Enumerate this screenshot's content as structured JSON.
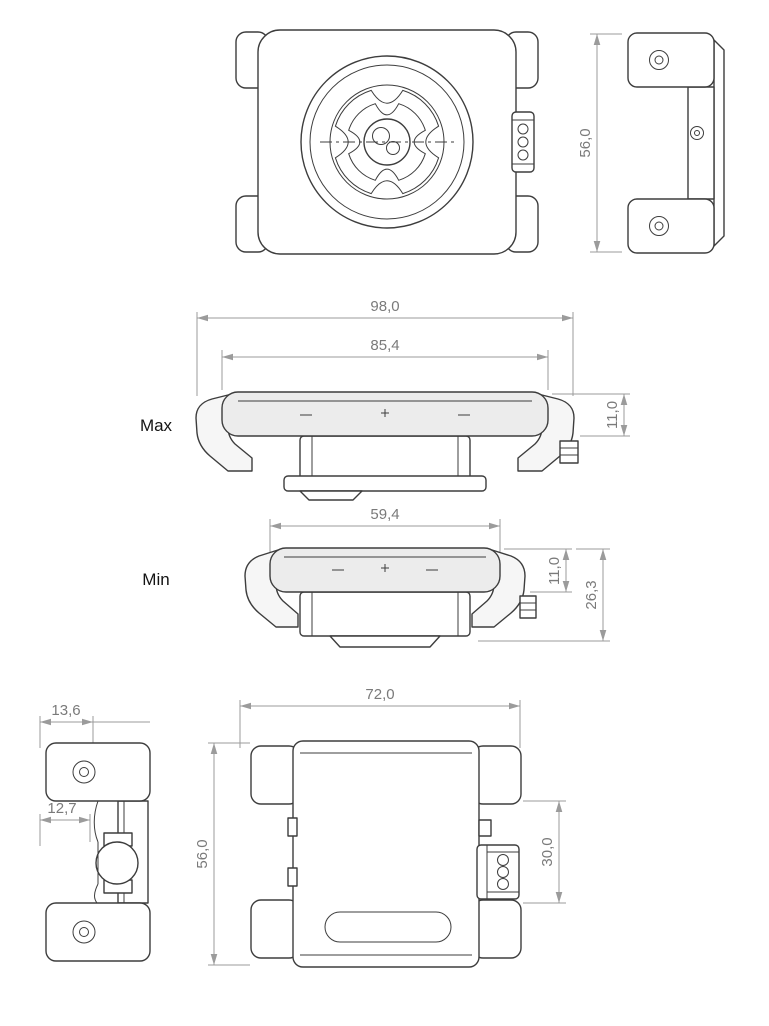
{
  "drawing": {
    "labels": {
      "max": "Max",
      "min": "Min"
    },
    "dims": {
      "side_height": "56,0",
      "max_outer_width": "98,0",
      "max_inner_width": "85,4",
      "max_bar_height": "11,0",
      "min_inner_width": "59,4",
      "min_bar_height": "11,0",
      "min_total_height": "26,3",
      "back_width": "72,0",
      "back_height": "56,0",
      "clamp_span": "30,0",
      "profile_top_width": "13,6",
      "profile_inner_width": "12,7"
    },
    "colors": {
      "part_line": "#3d3d3d",
      "dim_line": "#9b9b9b",
      "dim_text": "#7a7a7a"
    }
  }
}
